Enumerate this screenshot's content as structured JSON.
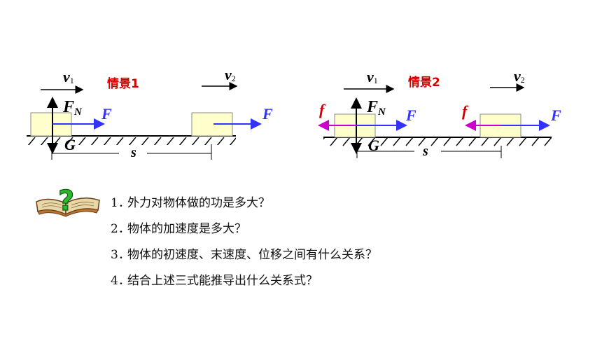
{
  "scenario1": {
    "title": "情景1",
    "v1": "v",
    "v1_sub": "1",
    "v2": "v",
    "v2_sub": "2",
    "fn": "F",
    "fn_sub": "N",
    "force": "F",
    "gravity": "G",
    "displacement": "s"
  },
  "scenario2": {
    "title": "情景2",
    "v1": "v",
    "v1_sub": "1",
    "v2": "v",
    "v2_sub": "2",
    "fn": "F",
    "fn_sub": "N",
    "force": "F",
    "friction": "f",
    "gravity": "G",
    "displacement": "s"
  },
  "questions": [
    {
      "num": "1．",
      "text": "外力对物体做的功是多大？"
    },
    {
      "num": "2．",
      "text": "物体的加速度是多大？"
    },
    {
      "num": "3．",
      "text": "物体的初速度、末速度、位移之间有什么关系？"
    },
    {
      "num": "4．",
      "text": "结合上述三式能推导出什么关系式？"
    }
  ],
  "colors": {
    "title": "#d40000",
    "force_arrow": "#3333ff",
    "friction": "#cc00cc",
    "block_fill": "#ffffcc",
    "book": "#e8d8a8",
    "question_mark": "#2db82d"
  }
}
